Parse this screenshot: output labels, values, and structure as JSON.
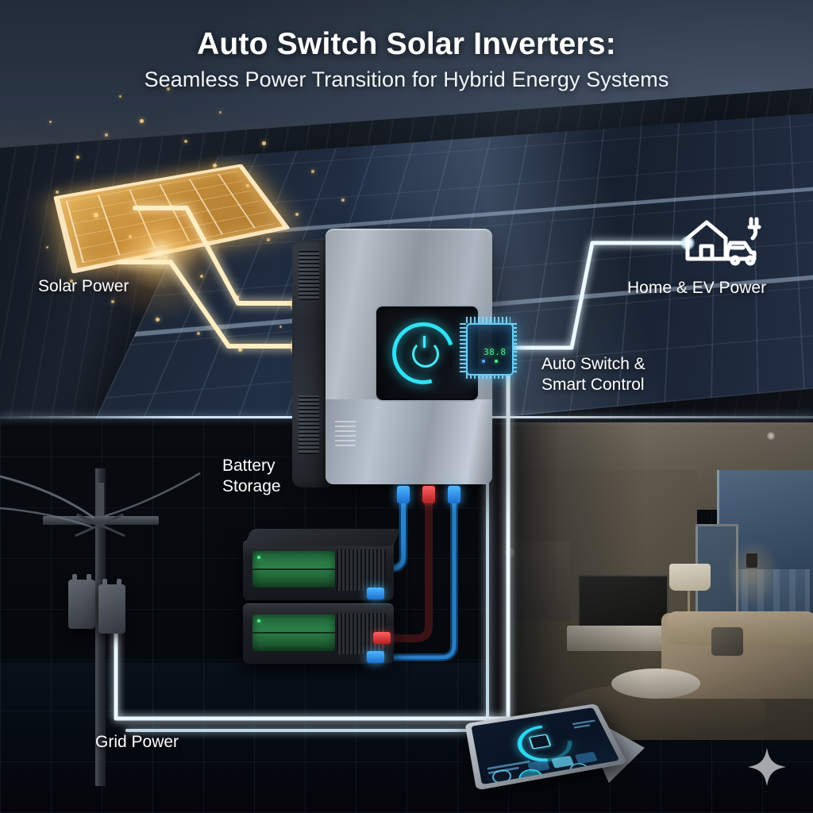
{
  "header": {
    "title": "Auto Switch Solar Inverters:",
    "subtitle": "Seamless Power Transition for Hybrid Energy Systems"
  },
  "labels": {
    "solar": "Solar Power",
    "home_ev": "Home & EV Power",
    "auto_switch": "Auto Switch &\nSmart Control",
    "battery": "Battery\nStorage",
    "grid": "Grid Power"
  },
  "device": {
    "chip_readout": "38.8",
    "inverter_name": "hybrid-inverter",
    "battery_modules": 2
  },
  "icons": {
    "home_ev": "home-ev-charging-icon",
    "chip": "microchip-icon",
    "power_ring": "power-cycle-icon",
    "sparkle": "sparkle-icon"
  },
  "colors": {
    "accent_cyan": "#2fd6f2",
    "accent_warm": "#ffd089",
    "battery_green": "#2d8049",
    "connector_blue": "#4fb7ff",
    "connector_red": "#ff6060",
    "title_white": "#ffffff"
  },
  "flows": [
    {
      "name": "solar-to-inverter-upper",
      "from": "solar-panel",
      "to": "inverter-port-top",
      "color": "warm"
    },
    {
      "name": "solar-to-inverter-lower",
      "from": "solar-panel",
      "to": "inverter-port-bottom",
      "color": "warm"
    },
    {
      "name": "inverter-to-home-ev",
      "from": "chip",
      "to": "home-ev-icon",
      "color": "cool"
    },
    {
      "name": "grid-to-inverter",
      "from": "utility-pole",
      "to": "inverter",
      "color": "cool"
    },
    {
      "name": "inverter-to-battery",
      "from": "inverter",
      "to": "battery-stack",
      "color": "cool"
    }
  ]
}
